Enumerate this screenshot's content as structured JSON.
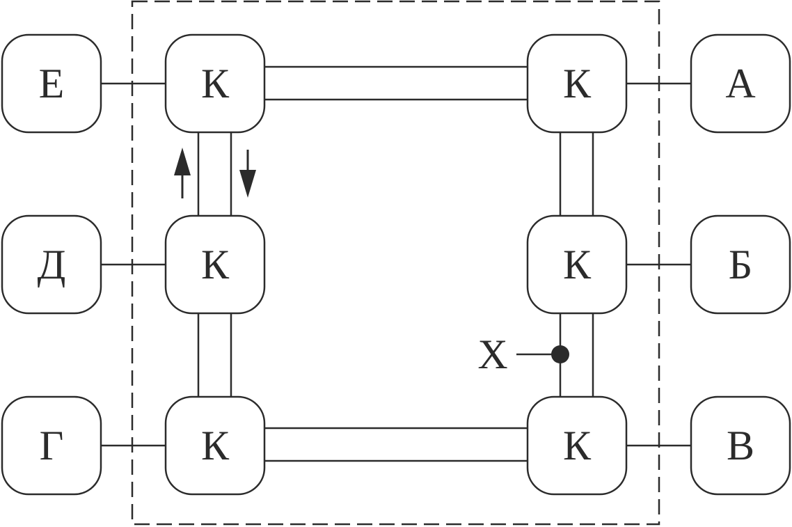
{
  "diagram": {
    "switch_label": "К",
    "terminals": {
      "a": "А",
      "b": "Б",
      "v": "В",
      "g": "Г",
      "d": "Д",
      "e": "Е"
    },
    "point_label": "X"
  },
  "colors": {
    "ink": "#2b2b2b",
    "background": "#ffffff"
  }
}
